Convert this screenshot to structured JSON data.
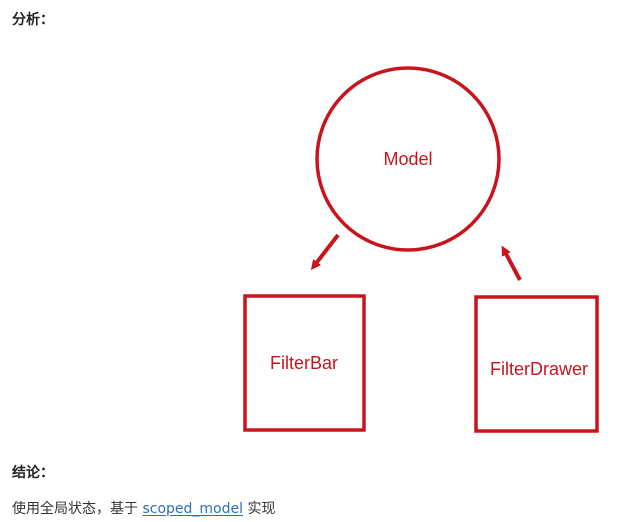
{
  "analysis_heading": "分析：",
  "conclusion_heading": "结论：",
  "conclusion_text": {
    "before_link": "使用全局状态，基于 ",
    "link_text": "scoped_model",
    "after_link": " 实现"
  },
  "diagram": {
    "nodes": {
      "model": "Model",
      "filterbar": "FilterBar",
      "filterdrawer": "FilterDrawer"
    },
    "stroke_color": "#c8151d",
    "edges": [
      {
        "from": "Model",
        "to": "FilterBar"
      },
      {
        "from": "FilterDrawer",
        "to": "Model"
      }
    ]
  }
}
